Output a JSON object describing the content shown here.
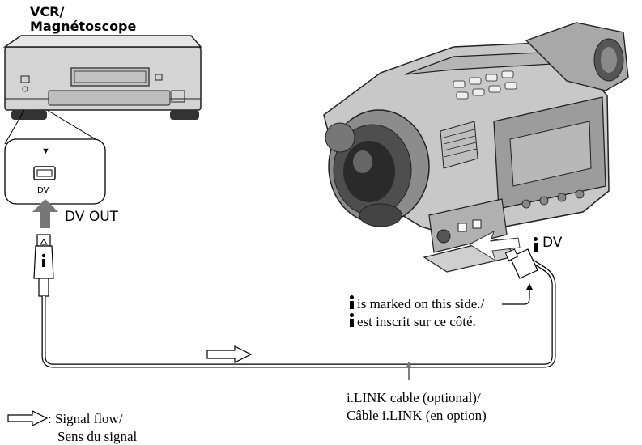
{
  "labels": {
    "vcr_line1": "VCR/",
    "vcr_line2": "Magnétoscope",
    "jack_label": "DV",
    "dv_out": "DV OUT",
    "camera_port": "DV",
    "marked_en": "is marked on this side./",
    "marked_fr": "est inscrit sur ce côté.",
    "cable_en": "i.LINK cable (optional)/",
    "cable_fr": "Câble i.LINK (en option)",
    "signal_en": ": Signal flow/",
    "signal_fr": "Sens du signal"
  },
  "icons": {
    "ilink": "i.LINK",
    "signal_arrow": "hollow-right-arrow",
    "down_triangle": "▼"
  }
}
